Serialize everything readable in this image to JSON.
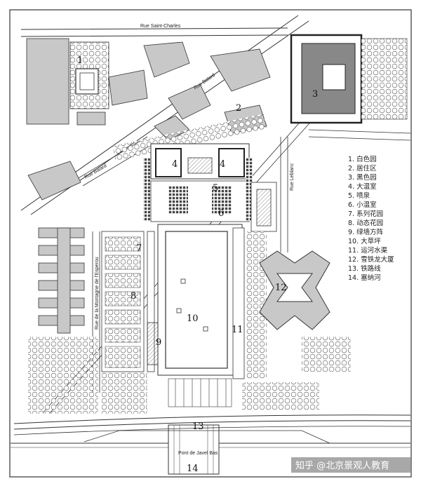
{
  "streets": {
    "saint_charles": "Rue Saint-Charles",
    "balard_1": "Rue Balard",
    "balard_2": "Rue Balard",
    "leblanc": "Rue Leblanc",
    "montagne": "Rue de la Montagne de l'Esperou",
    "pont": "Pont de Javel Bas"
  },
  "zone_labels": [
    "1",
    "2",
    "3",
    "4",
    "4",
    "5",
    "6",
    "7",
    "8",
    "9",
    "10",
    "11",
    "12",
    "13",
    "14"
  ],
  "legend": [
    "1. 白色园",
    "2. 居住区",
    "3. 黑色园",
    "4. 大温室",
    "5. 喷泉",
    "6. 小温室",
    "7. 系列花园",
    "8. 动态花园",
    "9. 绿墙方阵",
    "10. 大草坪",
    "11. 运河水渠",
    "12. 雪铁龙大厦",
    "13. 铁路线",
    "14. 塞纳河"
  ],
  "watermark": "知乎 @北京景观人教育",
  "colors": {
    "building": "#c8c8c8",
    "water": "#ffffff",
    "line": "#333333"
  }
}
